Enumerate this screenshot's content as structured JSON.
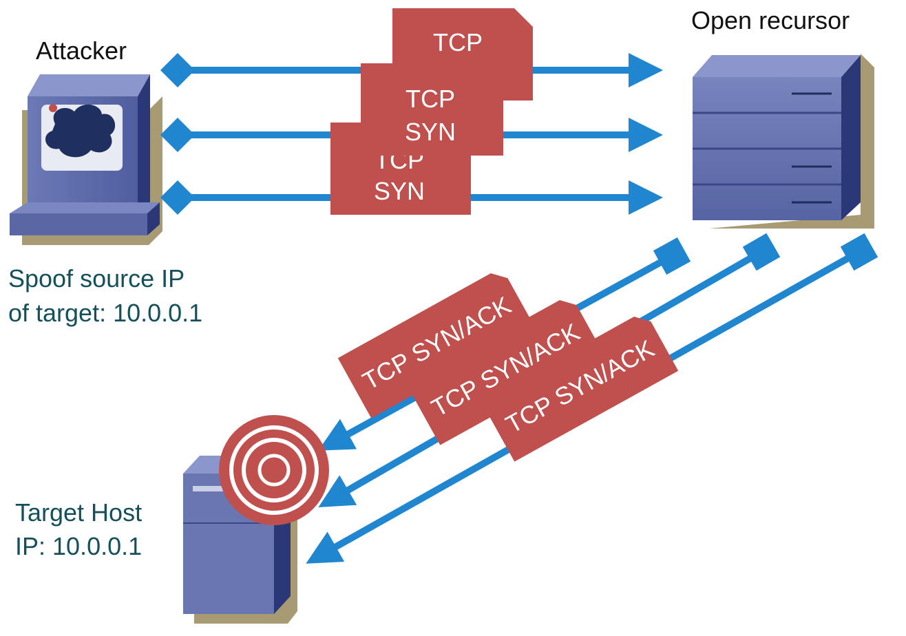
{
  "labels": {
    "attacker": "Attacker",
    "open_recursor": "Open recursor",
    "spoof_line1": "Spoof source IP",
    "spoof_line2": "of target: 10.0.0.1",
    "target_line1": "Target Host",
    "target_line2": "IP: 10.0.0.1"
  },
  "packets_forward": [
    {
      "line1": "TCP",
      "line2": ""
    },
    {
      "line1": "TCP",
      "line2": "SYN"
    },
    {
      "line1": "TCP",
      "line2": "SYN"
    }
  ],
  "packets_reply": [
    {
      "label": "TCP SYN/ACK"
    },
    {
      "label": "TCP SYN/ACK"
    },
    {
      "label": "TCP SYN/ACK"
    }
  ],
  "colors": {
    "arrow": "#1f86cf",
    "packet": "#c0504d",
    "device_face": "#5b67a4",
    "device_dark": "#2a3878",
    "shadow": "#a89a72"
  }
}
